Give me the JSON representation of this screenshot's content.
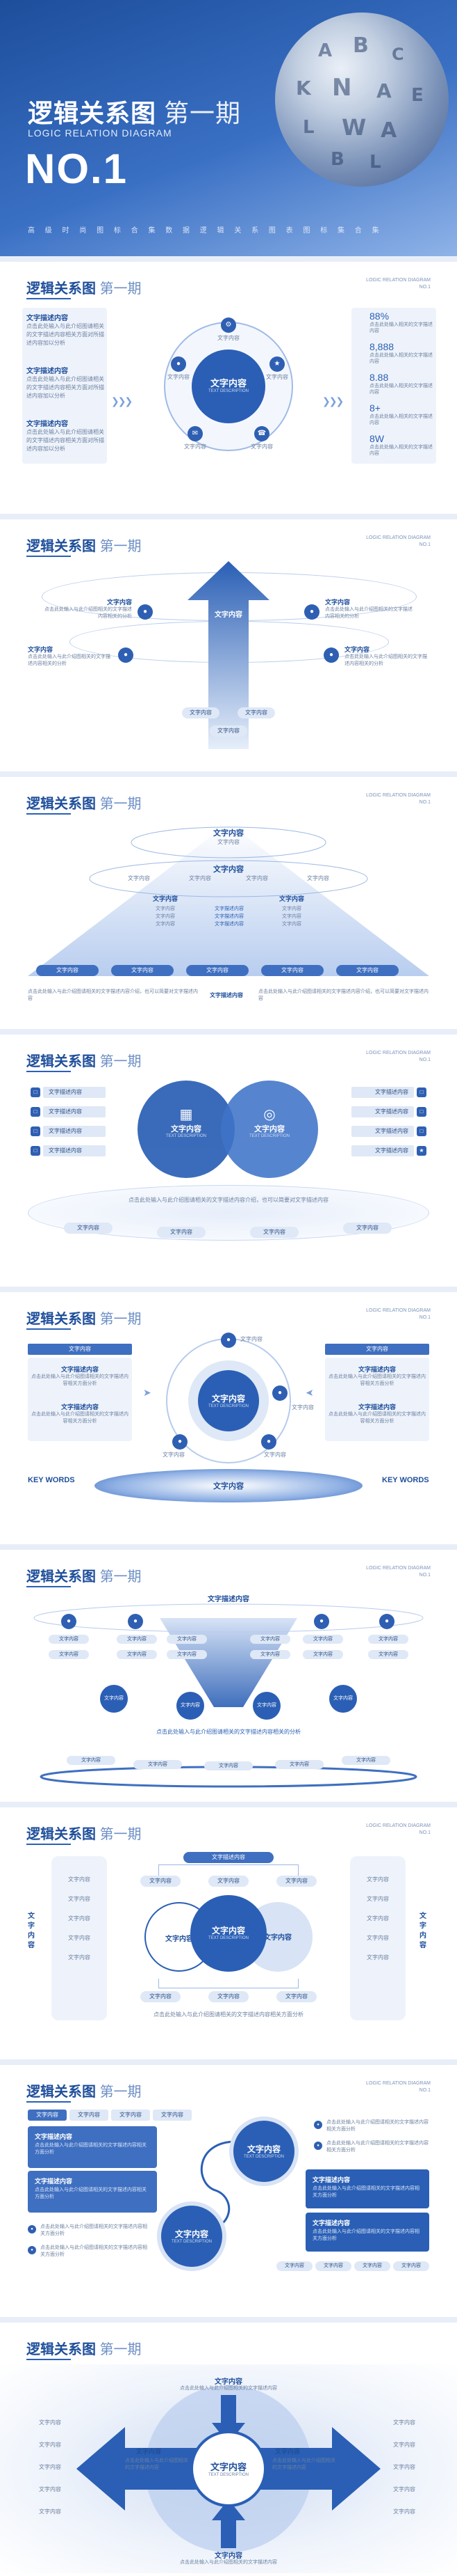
{
  "cover": {
    "title_bold": "逻辑关系图",
    "title_light": "第一期",
    "subtitle": "LOGIC RELATION DIAGRAM",
    "number": "NO.1",
    "tagline": "高 级 时 尚 图 标 合 集 数 据 逻 辑 关 系 图 表 图 标 集 合 集",
    "sphere_letters": [
      "A",
      "B",
      "C",
      "K",
      "N",
      "A",
      "E",
      "L",
      "W",
      "A",
      "B",
      "L"
    ]
  },
  "header": {
    "title_bold": "逻辑关系图",
    "title_light": "第一期",
    "en_line1": "LOGIC RELATION DIAGRAM",
    "en_line2": "NO.1"
  },
  "s1": {
    "left": [
      {
        "title": "文字描述内容",
        "desc": "点击此处输入与此介绍图请相关的文字描述内容相关方面对所描述内容加以分析"
      },
      {
        "title": "文字描述内容",
        "desc": "点击此处输入与此介绍图请相关的文字描述内容相关方面对所描述内容加以分析"
      },
      {
        "title": "文字描述内容",
        "desc": "点击此处输入与此介绍图请相关的文字描述内容相关方面对所描述内容加以分析"
      }
    ],
    "center": "文字内容",
    "center_sub": "TEXT DESCRIPTION",
    "nodes": [
      "文字内容",
      "文字内容",
      "文字内容",
      "文字内容",
      "文字内容"
    ],
    "right": [
      {
        "value": "88%",
        "desc": "点击此处输入相关的文字描述内容"
      },
      {
        "value": "8,888",
        "desc": "点击此处输入相关的文字描述内容"
      },
      {
        "value": "8.88",
        "desc": "点击此处输入相关的文字描述内容"
      },
      {
        "value": "8+",
        "desc": "点击此处输入相关的文字描述内容"
      },
      {
        "value": "8W",
        "desc": "点击此处输入相关的文字描述内容"
      }
    ]
  },
  "s2": {
    "left": [
      {
        "title": "文字内容",
        "desc": "点击此处输入与此介绍图相关的文字描述内容相关的分析"
      },
      {
        "title": "文字内容",
        "desc": "点击此处输入与此介绍图相关的文字描述内容相关的分析"
      }
    ],
    "right": [
      {
        "title": "文字内容",
        "desc": "点击此处输入与此介绍图相关的文字描述内容相关的分析"
      },
      {
        "title": "文字内容",
        "desc": "点击此处输入与此介绍图相关的文字描述内容相关的分析"
      }
    ],
    "arrow_label": "文字内容",
    "bottom_pills": [
      "文字内容",
      "文字内容",
      "文字内容"
    ]
  },
  "s3": {
    "top": "文字内容",
    "top_pill": "文字内容",
    "mid": "文字内容",
    "mid_pills": [
      "文字内容",
      "文字内容",
      "文字内容",
      "文字内容"
    ],
    "low_title": "文字内容",
    "low_cols": [
      [
        "文字内容",
        "文字内容",
        "文字内容"
      ],
      [
        "文字描述内容",
        "文字描述内容",
        "文字描述内容"
      ],
      [
        "文字内容",
        "文字内容",
        "文字内容"
      ]
    ],
    "base_pills": [
      "文字内容",
      "文字内容",
      "文字内容",
      "文字内容",
      "文字内容"
    ],
    "foot_left": "点击此处输入与此介绍图请相关的文字描述内容介绍，也可以简要对文字描述内容",
    "foot_title": "文字描述内容",
    "foot_right": "点击此处输入与此介绍图请相关的文字描述内容介绍，也可以简要对文字描述内容"
  },
  "s4": {
    "left_items": [
      "文字描述内容",
      "文字描述内容",
      "文字描述内容",
      "文字描述内容"
    ],
    "right_items": [
      "文字描述内容",
      "文字描述内容",
      "文字描述内容",
      "文字描述内容"
    ],
    "circle_left": "文字内容",
    "circle_right": "文字内容",
    "circle_sub": "TEXT DESCRIPTION",
    "desc": "点击此处输入与此介绍图请相关的文字描述内容介绍，也可以简要对文字描述内容",
    "pills": [
      "文字内容",
      "文字内容",
      "文字内容",
      "文字内容"
    ]
  },
  "s5": {
    "left_title": "文字内容",
    "left": [
      {
        "title": "文字描述内容",
        "desc": "点击此处输入与此介绍图请相关的文字描述内容相关方面分析"
      },
      {
        "title": "文字描述内容",
        "desc": "点击此处输入与此介绍图请相关的文字描述内容相关方面分析"
      }
    ],
    "right_title": "文字内容",
    "right": [
      {
        "title": "文字描述内容",
        "desc": "点击此处输入与此介绍图请相关的文字描述内容相关方面分析"
      },
      {
        "title": "文字描述内容",
        "desc": "点击此处输入与此介绍图请相关的文字描述内容相关方面分析"
      }
    ],
    "center": "文字内容",
    "center_sub": "TEXT DESCRIPTION",
    "nodes": [
      "文字内容",
      "文字内容",
      "文字内容",
      "文字内容"
    ],
    "kw_left": "KEY WORDS",
    "kw_right": "KEY WORDS",
    "base": "文字内容"
  },
  "s6": {
    "top": "文字描述内容",
    "row1": [
      "文字内容",
      "文字内容",
      "文字内容",
      "文字内容",
      "文字内容",
      "文字内容"
    ],
    "row2": [
      "文字内容",
      "文字内容",
      "文字内容",
      "文字内容",
      "文字内容",
      "文字内容"
    ],
    "funnel": [
      "文字内容",
      "文字内容",
      "文字内容",
      "文字内容"
    ],
    "circles": [
      "文字内容",
      "文字内容",
      "文字内容",
      "文字内容"
    ],
    "desc": "点击此处输入与此介绍图请相关的文字描述内容相关的分析",
    "pills": [
      "文字内容",
      "文字内容",
      "文字内容",
      "文字内容",
      "文字内容"
    ]
  },
  "s7": {
    "top": "文字描述内容",
    "top_pills": [
      "文字内容",
      "文字内容",
      "文字内容"
    ],
    "side_left": "文字内容",
    "side_right": "文字内容",
    "list_left": [
      "文字内容",
      "文字内容",
      "文字内容",
      "文字内容",
      "文字内容"
    ],
    "list_right": [
      "文字内容",
      "文字内容",
      "文字内容",
      "文字内容",
      "文字内容"
    ],
    "circles": [
      "文字内容",
      "文字内容",
      "文字内容"
    ],
    "circle_sub": "TEXT DESCRIPTION",
    "bottom_pills": [
      "文字内容",
      "文字内容",
      "文字内容"
    ],
    "desc": "点击此处输入与此介绍图请相关的文字描述内容相关方面分析"
  },
  "s8": {
    "tabs": [
      "文字内容",
      "文字内容",
      "文字内容",
      "文字内容"
    ],
    "left_boxes": [
      {
        "title": "文字描述内容",
        "desc": "点击此处输入与此介绍图请相关的文字描述内容相关方面分析"
      },
      {
        "title": "文字描述内容",
        "desc": "点击此处输入与此介绍图请相关的文字描述内容相关方面分析"
      }
    ],
    "center_top": "文字内容",
    "center_bottom": "文字内容",
    "circle_sub": "TEXT DESCRIPTION",
    "right_top": [
      "点击此处输入与此介绍图请相关的文字描述内容相关方面分析",
      "点击此处输入与此介绍图请相关的文字描述内容相关方面分析"
    ],
    "right_boxes": [
      {
        "title": "文字描述内容",
        "desc": "点击此处输入与此介绍图请相关的文字描述内容相关方面分析"
      },
      {
        "title": "文字描述内容",
        "desc": "点击此处输入与此介绍图请相关的文字描述内容相关方面分析"
      }
    ],
    "left_bottom": [
      "点击此处输入与此介绍图请相关的文字描述内容相关方面分析",
      "点击此处输入与此介绍图请相关的文字描述内容相关方面分析"
    ],
    "bottom_pills": [
      "文字内容",
      "文字内容",
      "文字内容",
      "文字内容"
    ]
  },
  "s9": {
    "top": "文字内容",
    "top_desc": "点击此处输入与此介绍图相关的文字描述内容",
    "bottom": "文字内容",
    "bottom_desc": "点击此处输入与此介绍图相关的文字描述内容",
    "left_label": "文字内容",
    "left_desc": "点击此处输入与此介绍图相关的文字描述内容",
    "right_label": "文字内容",
    "right_desc": "点击此处输入与此介绍图相关的文字描述内容",
    "center": "文字内容",
    "center_sub": "TEXT DESCRIPTION",
    "side_left": [
      "文字内容",
      "文字内容",
      "文字内容",
      "文字内容",
      "文字内容"
    ],
    "side_right": [
      "文字内容",
      "文字内容",
      "文字内容",
      "文字内容",
      "文字内容"
    ]
  }
}
